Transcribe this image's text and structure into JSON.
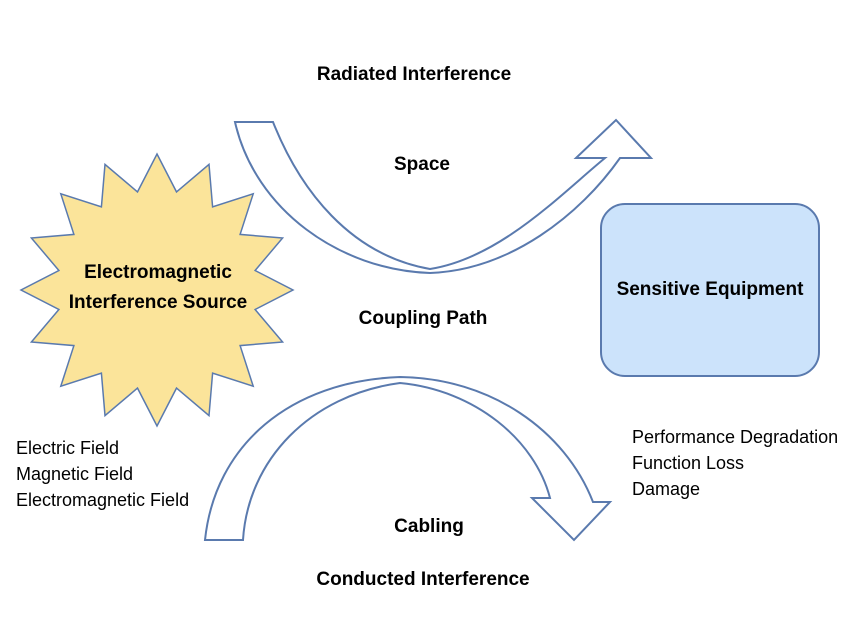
{
  "labels": {
    "radiated": "Radiated Interference",
    "space": "Space",
    "coupling": "Coupling Path",
    "cabling": "Cabling",
    "conducted": "Conducted Interference"
  },
  "source": {
    "line1": "Electromagnetic",
    "line2": "Interference Source"
  },
  "equipment": {
    "label": "Sensitive Equipment"
  },
  "fields": [
    "Electric Field",
    "Magnetic Field",
    "Electromagnetic Field"
  ],
  "effects": [
    "Performance Degradation",
    "Function Loss",
    "Damage"
  ],
  "colors": {
    "source_fill": "#FBE49A",
    "box_fill": "#CCE3FB",
    "outline": "#5A7AAE",
    "arrow_fill": "#FFFFFF"
  }
}
